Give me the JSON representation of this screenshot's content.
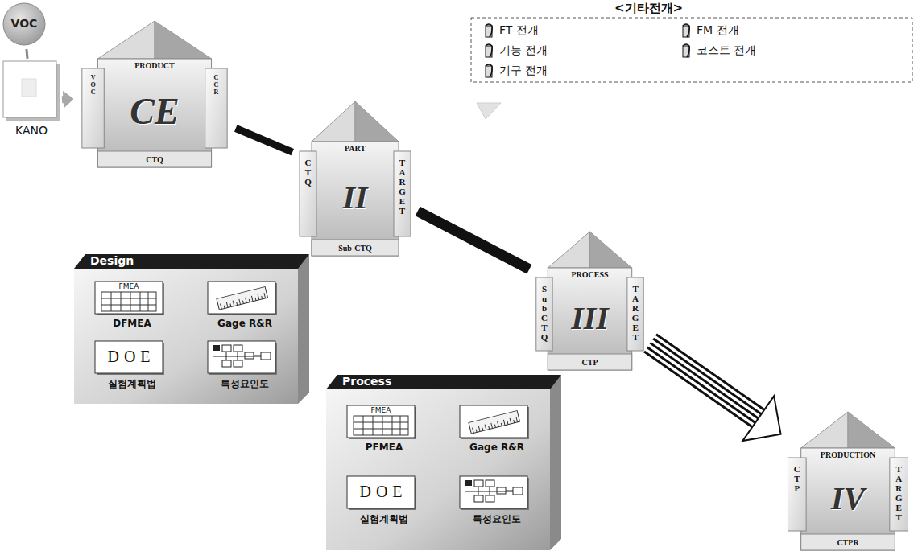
{
  "diagram": {
    "nodes": [
      {
        "text": [
          "VOC"
        ]
      },
      {
        "text": [
          "KANO"
        ]
      },
      {
        "text": [
          "PRODUCT",
          "VOC",
          "CCR",
          "CE",
          "CTQ"
        ]
      },
      {
        "text": [
          "PART",
          "CTQ",
          "TARGET",
          "II",
          "Sub-CTQ"
        ]
      },
      {
        "text": [
          "Design"
        ]
      },
      {
        "text": [
          "FMEA",
          "DFMEA"
        ],
        "in": 4
      },
      {
        "text": [
          "Gage R&R"
        ],
        "in": 4
      },
      {
        "text": [
          "DOE",
          "실험계획법"
        ],
        "in": 4
      },
      {
        "text": [
          "특성요인도"
        ],
        "in": 4
      },
      {
        "text": [
          "PROCESS",
          "Sub CTQ",
          "TARGET",
          "III",
          "CTP"
        ]
      },
      {
        "text": [
          "Process"
        ]
      },
      {
        "text": [
          "FMEA",
          "PFMEA"
        ],
        "in": 10
      },
      {
        "text": [
          "Gage R&R"
        ],
        "in": 10
      },
      {
        "text": [
          "DOE",
          "실험계획법"
        ],
        "in": 10
      },
      {
        "text": [
          "특성요인도"
        ],
        "in": 10
      },
      {
        "text": [
          "PRODUCTION",
          "CTP",
          "TARGET",
          "IV",
          "CTPR"
        ]
      }
    ],
    "edges": [
      {
        "from": 0,
        "to": 1,
        "arrow": "none"
      },
      {
        "from": 1,
        "to": 2,
        "arrow": "to"
      },
      {
        "from": 2,
        "to": 3,
        "arrow": "none"
      },
      {
        "from": 3,
        "to": 9,
        "arrow": "none"
      },
      {
        "from": 9,
        "to": 15,
        "arrow": "to"
      }
    ],
    "labels": [
      "<기타전개>"
    ],
    "legend": [
      {
        "text": "FT 전개"
      },
      {
        "text": "FM 전개"
      },
      {
        "text": "기능 전개"
      },
      {
        "text": "코스트 전개"
      },
      {
        "text": "기구 전개"
      }
    ]
  }
}
